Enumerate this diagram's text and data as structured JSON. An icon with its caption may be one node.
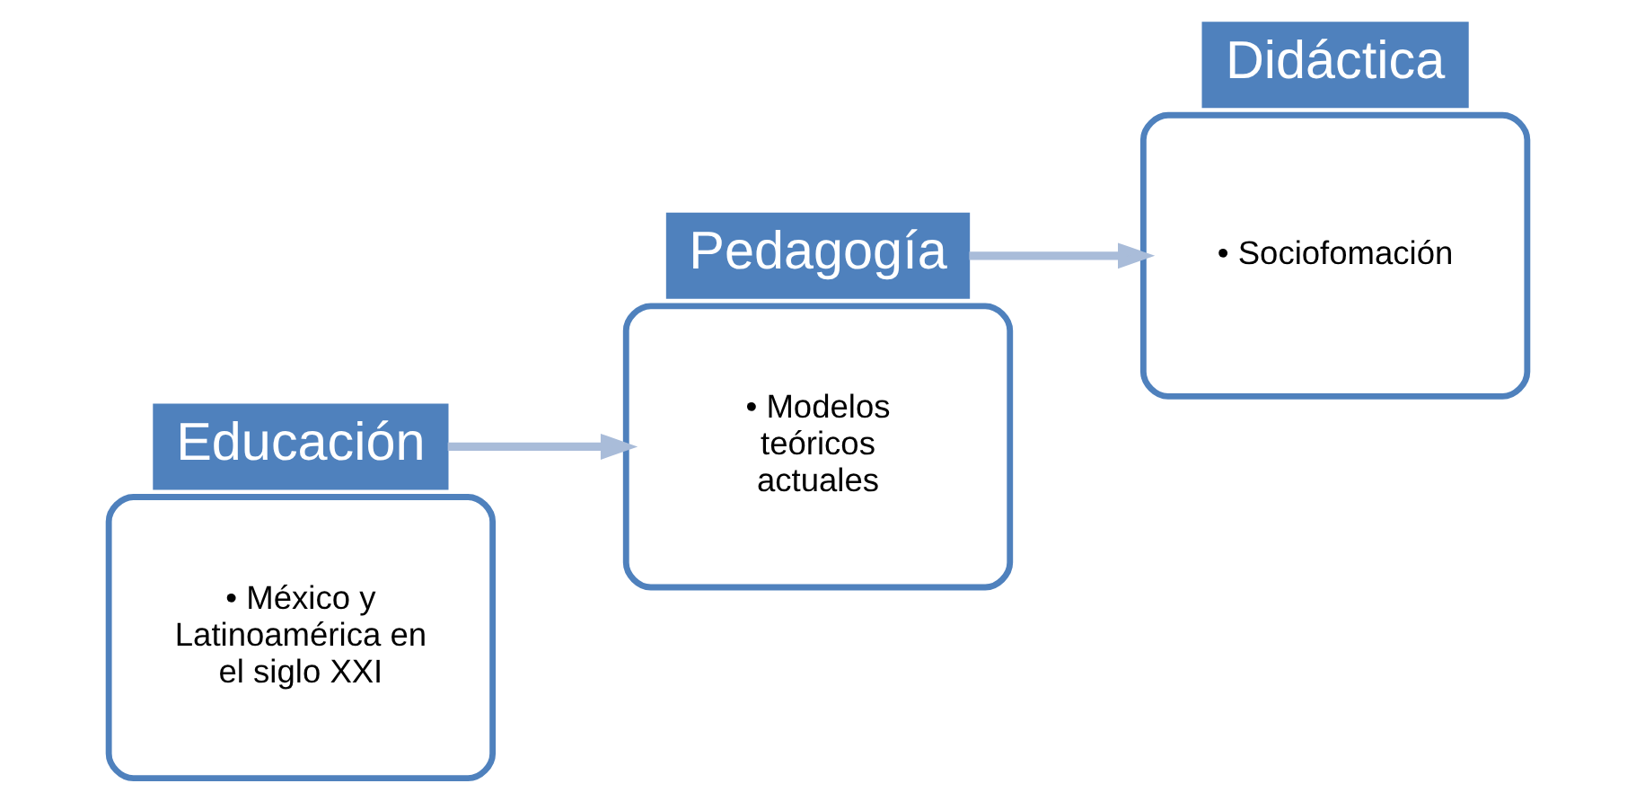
{
  "diagram": {
    "nodes": [
      {
        "text": [
          "• México y Latinoamérica en el siglo XXI"
        ]
      },
      {
        "text": [
          "Educación"
        ]
      },
      {
        "text": [
          "Pedagogía"
        ]
      },
      {
        "text": [
          "• Modelos teóricos actuales"
        ]
      },
      {
        "text": [
          "• Sociofomación"
        ]
      },
      {
        "text": [
          "Didáctica"
        ]
      }
    ],
    "edges": [
      {
        "from": 1,
        "to": 3,
        "arrow": "to"
      },
      {
        "from": 2,
        "to": 4,
        "arrow": "to"
      }
    ]
  }
}
